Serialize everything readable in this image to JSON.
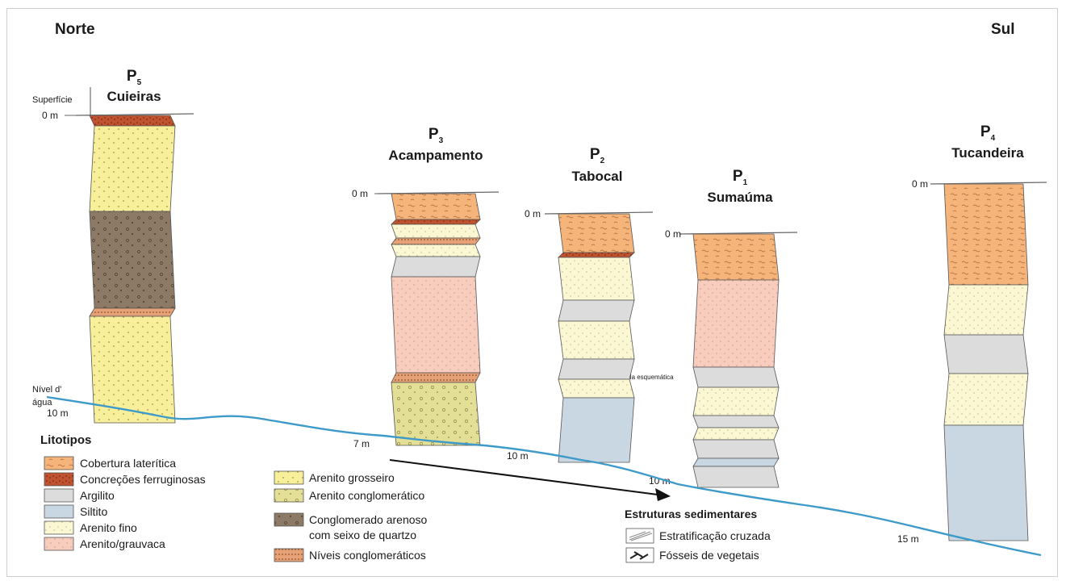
{
  "title_north": "Norte",
  "title_south": "Sul",
  "surface_label": "Superfície",
  "water_label_line1": "Nível d'",
  "water_label_line2": "água",
  "scale_note": "Escala esquemática",
  "zero_label": "0 m",
  "profiles": [
    {
      "id": "P",
      "sub": "5",
      "name": "Cuieiras",
      "base_depth": "10 m"
    },
    {
      "id": "P",
      "sub": "3",
      "name": "Acampamento",
      "base_depth": "7 m"
    },
    {
      "id": "P",
      "sub": "2",
      "name": "Tabocal",
      "base_depth": "10 m"
    },
    {
      "id": "P",
      "sub": "1",
      "name": "Sumaúma",
      "base_depth": "10 m"
    },
    {
      "id": "P",
      "sub": "4",
      "name": "Tucandeira",
      "base_depth": "15 m"
    }
  ],
  "legend": {
    "title": "Litotipos",
    "col1": [
      {
        "label": "Cobertura laterítica",
        "pattern": "laterite"
      },
      {
        "label": "Concreções ferruginosas",
        "pattern": "ferruginous"
      },
      {
        "label": "Argilito",
        "pattern": "clay"
      },
      {
        "label": "Siltito",
        "pattern": "silt"
      },
      {
        "label": "Arenito fino",
        "pattern": "finesand"
      },
      {
        "label": "Arenito/grauvaca",
        "pattern": "greywacke"
      }
    ],
    "col2": [
      {
        "label": "Arenito grosseiro",
        "pattern": "coarse"
      },
      {
        "label": "Arenito conglomerático",
        "pattern": "conglsand"
      },
      {
        "label": "Conglomerado arenoso",
        "label2": "com seixo de quartzo",
        "pattern": "conglom"
      },
      {
        "label": "Níveis conglomeráticos",
        "pattern": "conglevel"
      }
    ]
  },
  "structures": {
    "title": "Estruturas sedimentares",
    "items": [
      {
        "label": "Estratificação cruzada",
        "icon": "cross-bedding-icon"
      },
      {
        "label": "Fósseis de vegetais",
        "icon": "plant-fossil-icon"
      }
    ]
  },
  "colors": {
    "laterite": "#f4b47a",
    "ferruginous": "#c0532f",
    "clay": "#dcdcdc",
    "silt": "#c9d7e3",
    "finesand": "#fbf7d2",
    "greywacke": "#f8cdbe",
    "coarse": "#f7ef9a",
    "conglsand": "#e3df96",
    "conglom": "#8c7a66",
    "conglevel": "#e6a276",
    "water": "#3d9ac9"
  }
}
